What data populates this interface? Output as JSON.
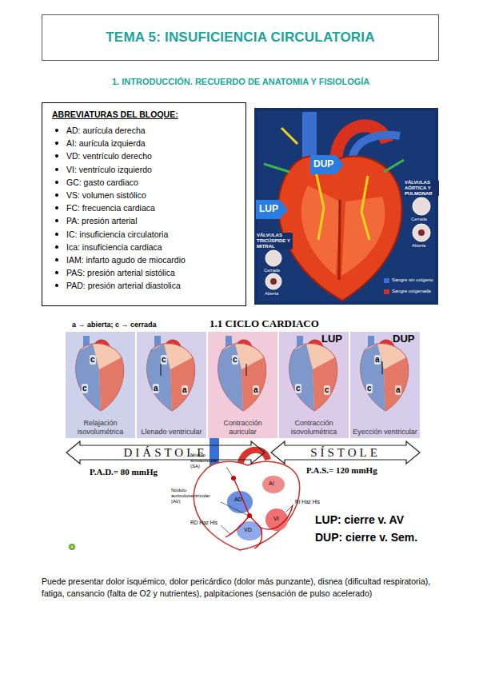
{
  "diagram": {
    "nodes": [
      {
        "text": [
          "TEMA 5: INSUFICIENCIA CIRCULATORIA"
        ]
      },
      {
        "text": [
          "ABREVIATURAS DEL BLOQUE:",
          "AD: aurícula derecha",
          "AI: aurícula izquierda",
          "VD: ventrículo derecho",
          "VI: ventrículo izquierdo",
          "GC: gasto cardiaco",
          "VS: volumen sistólico",
          "FC: frecuencia cardiaca",
          "PA: presión arterial",
          "IC: insuficiencia circulatoria",
          "Ica: insuficiencia cardiaca",
          "IAM: infarto agudo de miocardio",
          "PAS: presión arterial sistólica",
          "PAD: presión arterial diastolica"
        ]
      },
      {
        "text": [
          "Relajación isovolumétrica"
        ]
      },
      {
        "text": [
          "Llenado ventricular"
        ]
      },
      {
        "text": [
          "Contracción auricular"
        ]
      },
      {
        "text": [
          "Contracción isovolumétrica"
        ]
      },
      {
        "text": [
          "Eyección ventricular"
        ]
      },
      {
        "text": [
          "DIÁSTOLE"
        ]
      },
      {
        "text": [
          "SÍSTOLE"
        ]
      }
    ],
    "labels": [
      "1.  INTRODUCCIÓN. RECUERDO DE ANATOMIA Y FISIOLOGÍA",
      "LUP",
      "DUP",
      "VÁLVULAS AÓRTICA Y PULMONAR",
      "Cerrada",
      "Abierta",
      "VÁLVULAS TRICÚSPIDE Y MITRAL",
      "Cerrada",
      "Abierta",
      "Sangre sin oxígeno",
      "Sangre oxigenada",
      "a → abierta; c → cerrada",
      "1.1 CICLO CARDIACO",
      "LUP",
      "DUP",
      "P.A.D.= 80 mmHg",
      "P.A.S.= 120 mmHg",
      "Nódulo sinoauricular (SA)",
      "Nódulo auriculoventricular (AV)",
      "AD",
      "AI",
      "VD",
      "VI",
      "RI Haz His",
      "RD Haz His",
      "LUP: cierre v. AV",
      "DUP: cierre v. Sem.",
      "Puede presentar dolor isquémico, dolor pericárdico (dolor más punzante), disnea (dificultad respiratoria), fatiga, cansancio (falta de O2 y nutrientes), palpitaciones (sensación de pulso acelerado)",
      "c",
      "c",
      "c",
      "a",
      "a",
      "c",
      "a",
      "c",
      "c",
      "c",
      "a",
      "a"
    ]
  }
}
